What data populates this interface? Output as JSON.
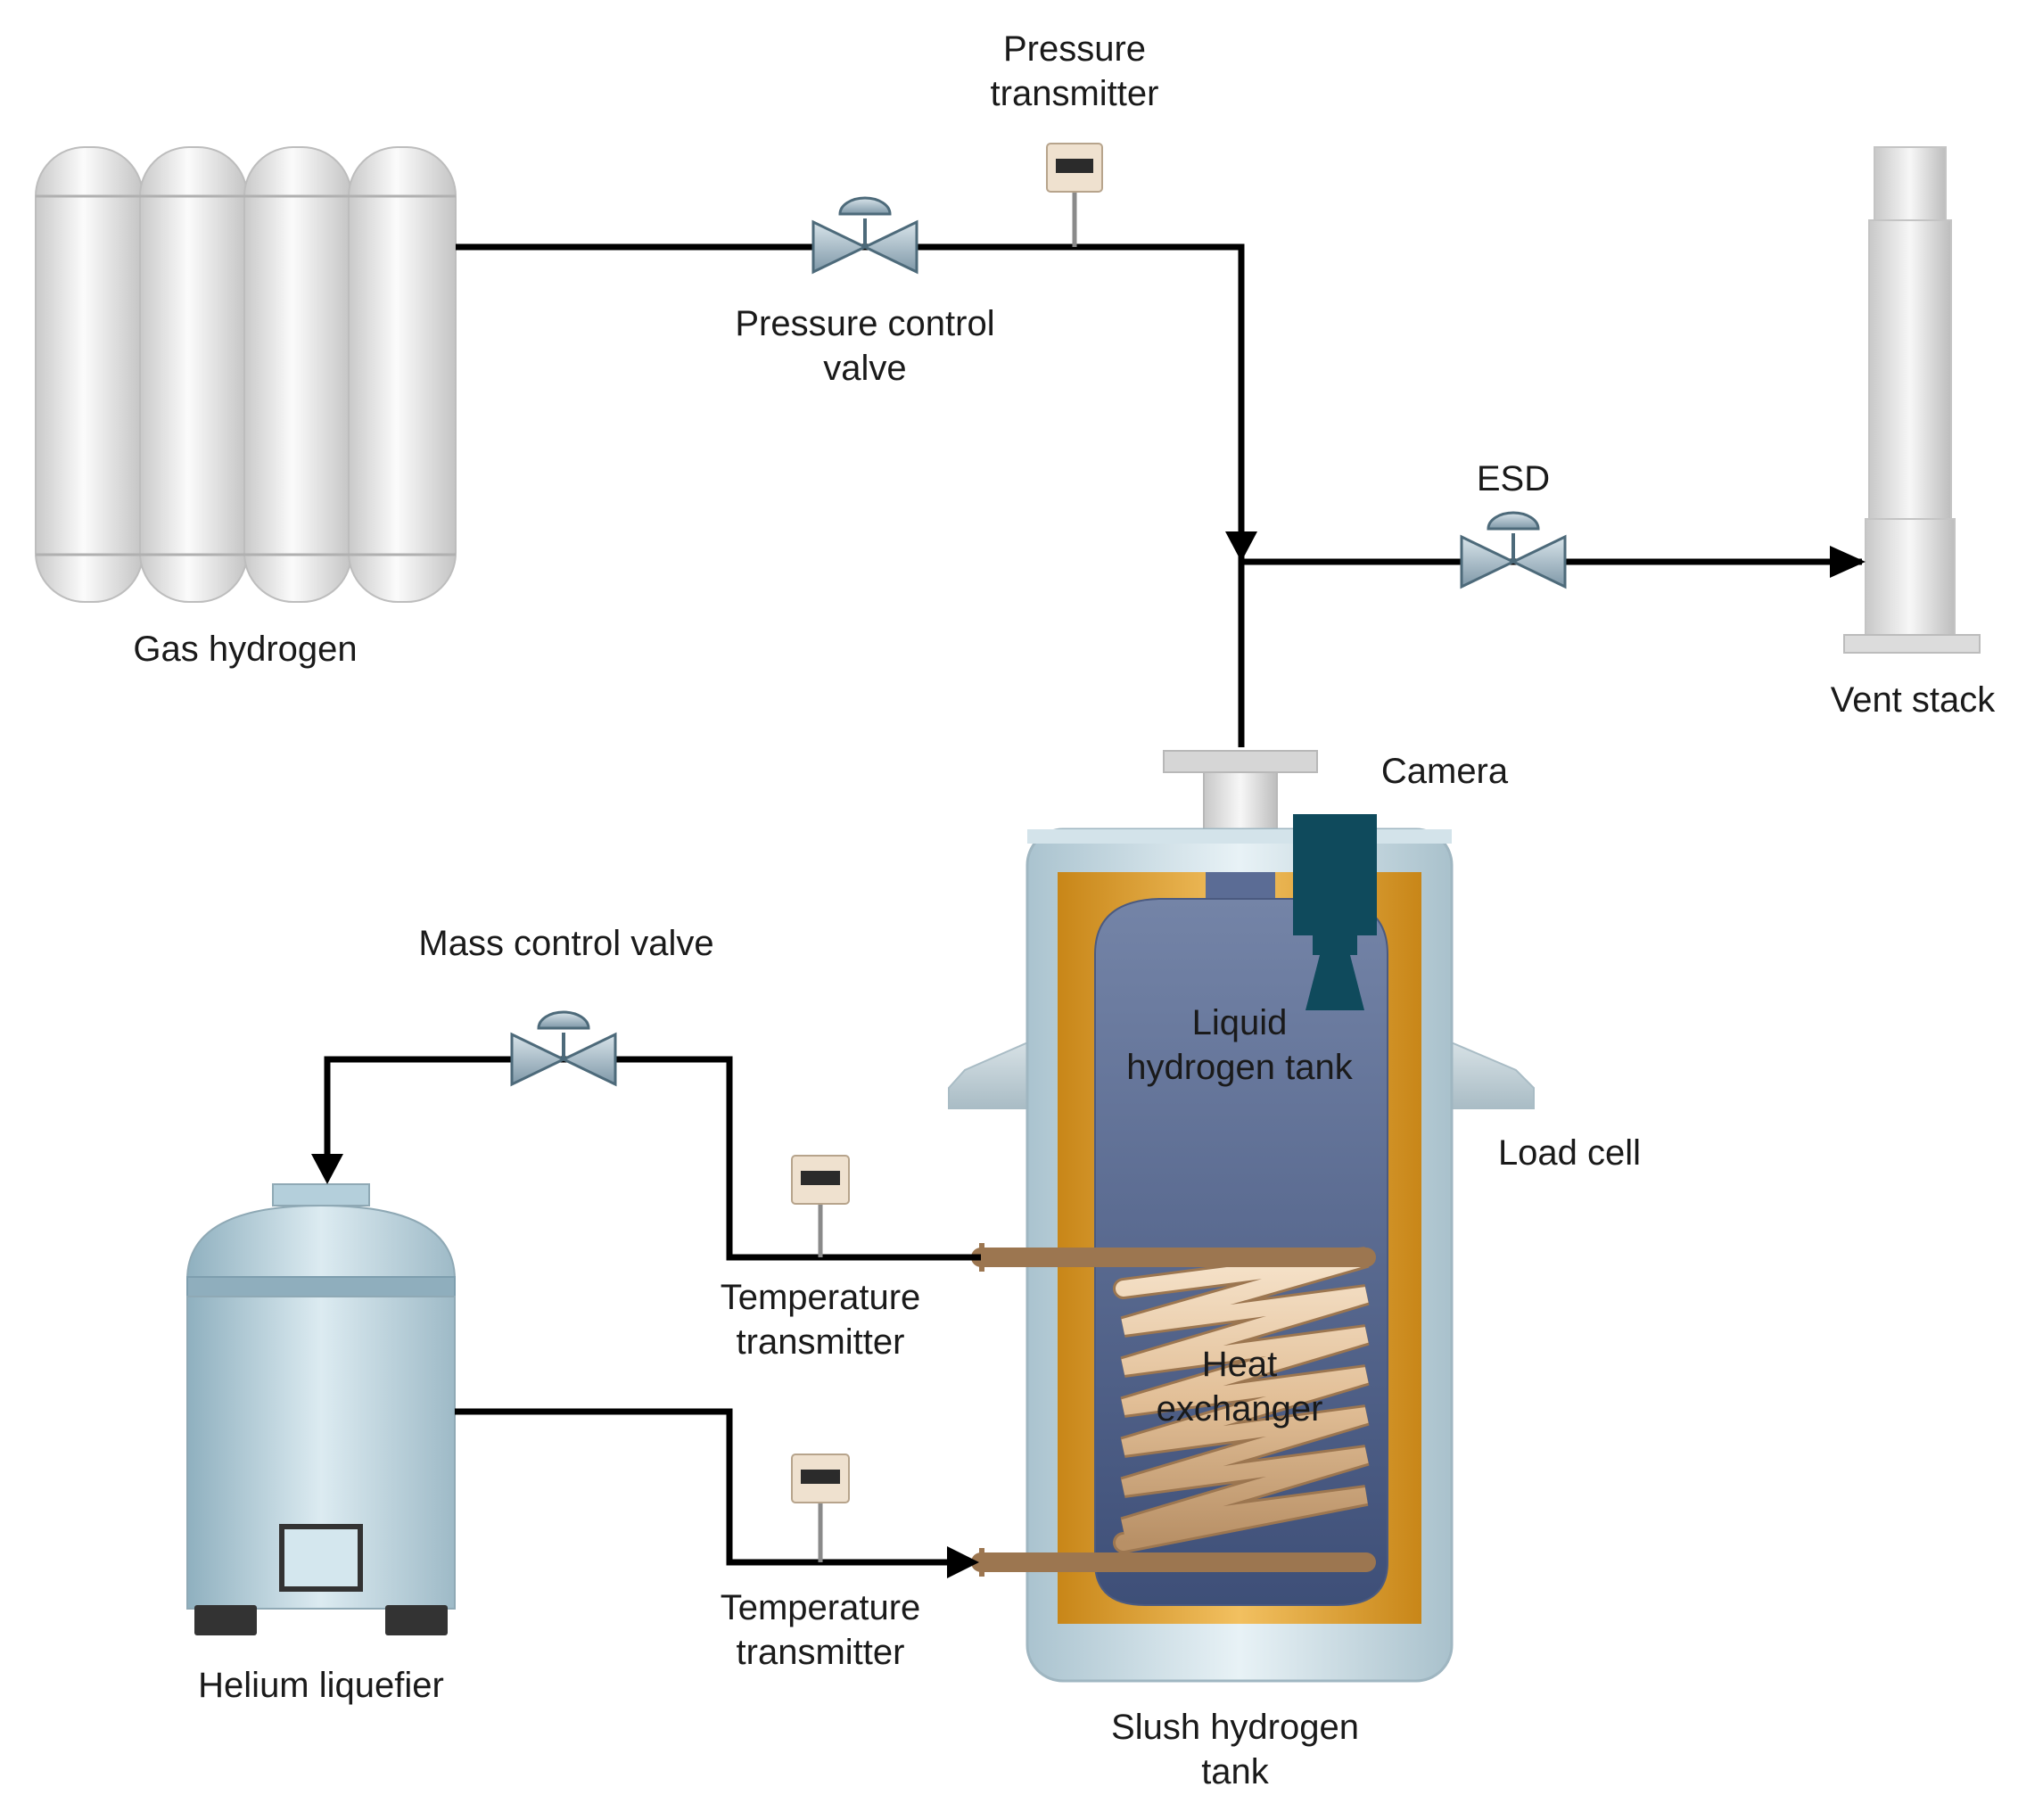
{
  "labels": {
    "pressure_transmitter": [
      "Pressure",
      "transmitter"
    ],
    "pressure_control_valve": [
      "Pressure control",
      "valve"
    ],
    "gas_hydrogen": "Gas hydrogen",
    "esd": "ESD",
    "vent_stack": "Vent stack",
    "camera": "Camera",
    "liquid_hydrogen_tank": [
      "Liquid",
      "hydrogen tank"
    ],
    "load_cell": "Load cell",
    "mass_control_valve": "Mass control valve",
    "temperature_transmitter_upper": [
      "Temperature",
      "transmitter"
    ],
    "heat_exchanger": [
      "Heat",
      "exchanger"
    ],
    "temperature_transmitter_lower": [
      "Temperature",
      "transmitter"
    ],
    "helium_liquefier": "Helium liquefier",
    "slush_hydrogen_tank": [
      "Slush hydrogen",
      "tank"
    ]
  },
  "colors": {
    "pipe": "#000000",
    "tank_shell": "#c9dde6",
    "insulation": "#d99a2b",
    "liquid": "#5b6c95",
    "coil": "#e7c8a3",
    "camera": "#0f4a5c",
    "valve": "#9ab4c4",
    "cylinder": "#e4e4e4"
  }
}
